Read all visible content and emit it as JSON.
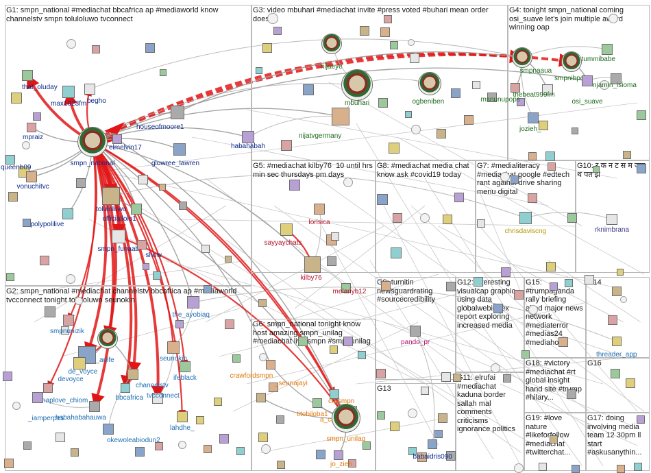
{
  "groups": [
    {
      "id": "G1",
      "title": "G1: smpn_national #mediachat bbcafrica ap #mediaworld know channelstv smpn toluloluwo tvconnect"
    },
    {
      "id": "G2",
      "title": "G2: smpn_national #mediachat channelstv bbcafrica ap #mediaworld tvcconnect tonight toluloluwo seunokin"
    },
    {
      "id": "G3",
      "title": "G3: video mbuhari #mediachat invite #press voted #buhari mean order doesnâ"
    },
    {
      "id": "G4",
      "title": "G4: tonight smpn_national coming osi_suave let's join multiple award winning oap"
    },
    {
      "id": "G5",
      "title": "G5: #mediachat kilby76  10 until hrs min sec thursdays pm days"
    },
    {
      "id": "G6",
      "title": "G6: smpn_national tonight know host amazing smpn_unilag #mediachat live smpn #smpnunilag"
    },
    {
      "id": "G7",
      "title": "G7: #medialiteracy #mediachat google #edtech rant against drive sharing menu digital"
    },
    {
      "id": "G8",
      "title": "G8: #mediachat media chat know ask #covid19 today"
    },
    {
      "id": "G9",
      "title": "G9: turnitin newsguardrating #sourcecredibility"
    },
    {
      "id": "G10",
      "title": "G10: र क न ट स म जस थ पत झ"
    },
    {
      "id": "G11",
      "title": "G11: elrufai #mediachat kaduna border sallah mal comments criticisms ignorance politics"
    },
    {
      "id": "G12",
      "title": "G12: interesting visualcap graphic using data globalwebindex report exploring increased media"
    },
    {
      "id": "G13",
      "title": "G13"
    },
    {
      "id": "G14",
      "title": "G14"
    },
    {
      "id": "G15",
      "title": "G15: #trumpaganda rally briefing aired major news network #mediaterror #medias24 #mediahoax"
    },
    {
      "id": "G16",
      "title": "G16"
    },
    {
      "id": "G17",
      "title": "G17: doing involving media team 12 30pm ll start #askusanythin..."
    },
    {
      "id": "G18",
      "title": "G18: #victory #mediachat #rt global insight hand site #trump #hilary..."
    },
    {
      "id": "G19",
      "title": "G19: #love nature #likeforfollow #mediachat #twitterchat..."
    }
  ],
  "nodes": [
    {
      "id": "smpn_national",
      "label": "smpn_national",
      "color": "#0b2a8a"
    },
    {
      "id": "that_oluday",
      "label": "that_oluday",
      "color": "#0b2a8a"
    },
    {
      "id": "max1023fm",
      "label": "max1023fm",
      "color": "#0b2a8a"
    },
    {
      "id": "begho",
      "label": "begho",
      "color": "#0b2a8a"
    },
    {
      "id": "mpraiz",
      "label": "mpraiz",
      "color": "#0b2a8a"
    },
    {
      "id": "elmelvin17",
      "label": "elmelvin17",
      "color": "#0b2a8a"
    },
    {
      "id": "houseofmoore1",
      "label": "houseofmoore1",
      "color": "#0b2a8a"
    },
    {
      "id": "glowree_lawren",
      "label": "glowree_lawren",
      "color": "#0b2a8a"
    },
    {
      "id": "queenb09",
      "label": "queenb09",
      "color": "#0b2a8a"
    },
    {
      "id": "vonuchitvc",
      "label": "vonuchitvc",
      "color": "#0b2a8a"
    },
    {
      "id": "toluloluwo",
      "label": "toluloluwo",
      "color": "#0b2a8a"
    },
    {
      "id": "officiallolo1",
      "label": "officiallolo1",
      "color": "#0b2a8a"
    },
    {
      "id": "polypolilive",
      "label": "polypolilive",
      "color": "#0b2a8a"
    },
    {
      "id": "smpn_funaab",
      "label": "smpn_funaab",
      "color": "#0b2a8a"
    },
    {
      "id": "show",
      "label": "show",
      "color": "#0b2a8a"
    },
    {
      "id": "habahabah",
      "label": "habahabah",
      "color": "#0b2a8a"
    },
    {
      "id": "mbuhari",
      "label": "mbuhari",
      "color": "#1e6b1e"
    },
    {
      "id": "nijaeye",
      "label": "nijaeye",
      "color": "#1e6b1e"
    },
    {
      "id": "ogbeniben",
      "label": "ogbeniben",
      "color": "#1e6b1e"
    },
    {
      "id": "nijatvgermany",
      "label": "nijatvgermany",
      "color": "#1e6b1e"
    },
    {
      "id": "smpnaaua",
      "label": "smpnaaua",
      "color": "#1e6b1e"
    },
    {
      "id": "tummibabe",
      "label": "tummibabe",
      "color": "#1e6b1e"
    },
    {
      "id": "smpnibpoly1",
      "label": "smpnibpoly1",
      "color": "#1e6b1e"
    },
    {
      "id": "thebeat999fm",
      "label": "thebeat999fm",
      "color": "#1e6b1e"
    },
    {
      "id": "msnunupops",
      "label": "msnunupops",
      "color": "#1e6b1e"
    },
    {
      "id": "osi_suave",
      "label": "osi_suave",
      "color": "#1e6b1e"
    },
    {
      "id": "njamin_isioma",
      "label": "njamin_isioma",
      "color": "#1e6b1e"
    },
    {
      "id": "jozieh_",
      "label": "jozieh_",
      "color": "#1e6b1e"
    },
    {
      "id": "sayyaychats",
      "label": "sayyaychats",
      "color": "#b3122a"
    },
    {
      "id": "lorisica",
      "label": "lorisica",
      "color": "#b3122a"
    },
    {
      "id": "kilby76",
      "label": "kilby76",
      "color": "#b3122a"
    },
    {
      "id": "melanyb12",
      "label": "melanyb12",
      "color": "#b3122a"
    },
    {
      "id": "chrisdaviscng",
      "label": "chrisdaviscng",
      "color": "#b39700"
    },
    {
      "id": "rknimbrana",
      "label": "rknimbrana",
      "color": "#3b3b8a"
    },
    {
      "id": "smpnunizik",
      "label": "smpnunizik",
      "color": "#1f6fb2"
    },
    {
      "id": "the_ayobiaq",
      "label": "the_ayobiaq",
      "color": "#1f6fb2"
    },
    {
      "id": "smpn_auife",
      "label": "smpn_auife",
      "color": "#1f6fb2"
    },
    {
      "id": "de_voyce",
      "label": "de_voyce",
      "color": "#1f6fb2"
    },
    {
      "id": "devoyce",
      "label": "devoyce",
      "color": "#1f6fb2"
    },
    {
      "id": "seunokin",
      "label": "seunokin",
      "color": "#1f6fb2"
    },
    {
      "id": "channelstv",
      "label": "channelstv",
      "color": "#1f6fb2"
    },
    {
      "id": "ifeblack",
      "label": "ifeblack",
      "color": "#1f6fb2"
    },
    {
      "id": "bbcafrica",
      "label": "bbcafrica",
      "color": "#1f6fb2"
    },
    {
      "id": "tvcconnect",
      "label": "tvcconnect",
      "color": "#1f6fb2"
    },
    {
      "id": "anaplove_chiom",
      "label": "anaplove_chiom",
      "color": "#1f6fb2"
    },
    {
      "id": "_iamperpes",
      "label": "_iamperpes",
      "color": "#1f6fb2"
    },
    {
      "id": "habahabahauwa",
      "label": "habahabahauwa",
      "color": "#1f6fb2"
    },
    {
      "id": "okewoleabiodun2",
      "label": "okewoleabiodun2",
      "color": "#1f6fb2"
    },
    {
      "id": "lahdhe_",
      "label": "lahdhe_",
      "color": "#1f6fb2"
    },
    {
      "id": "crawfordsmpn",
      "label": "crawfordsmpn",
      "color": "#e0770a"
    },
    {
      "id": "_seunajayi",
      "label": "_seunajayi",
      "color": "#e0770a"
    },
    {
      "id": "titobiloba1",
      "label": "titobiloba1",
      "color": "#e0770a"
    },
    {
      "id": "crusmpn",
      "label": "crusmpn",
      "color": "#e0770a"
    },
    {
      "id": "a_camera",
      "label": "a_camera",
      "color": "#e0770a"
    },
    {
      "id": "smpn_unilag",
      "label": "smpn_unilag",
      "color": "#e0770a"
    },
    {
      "id": "jo_zieh",
      "label": "jo_zieh",
      "color": "#e0770a"
    },
    {
      "id": "pando_pr",
      "label": "pando_pr",
      "color": "#b3126e"
    },
    {
      "id": "babaidris090",
      "label": "babaidris090",
      "color": "#0b2a8a"
    },
    {
      "id": "threader_app",
      "label": "threader_app",
      "color": "#1f6fb2"
    }
  ]
}
